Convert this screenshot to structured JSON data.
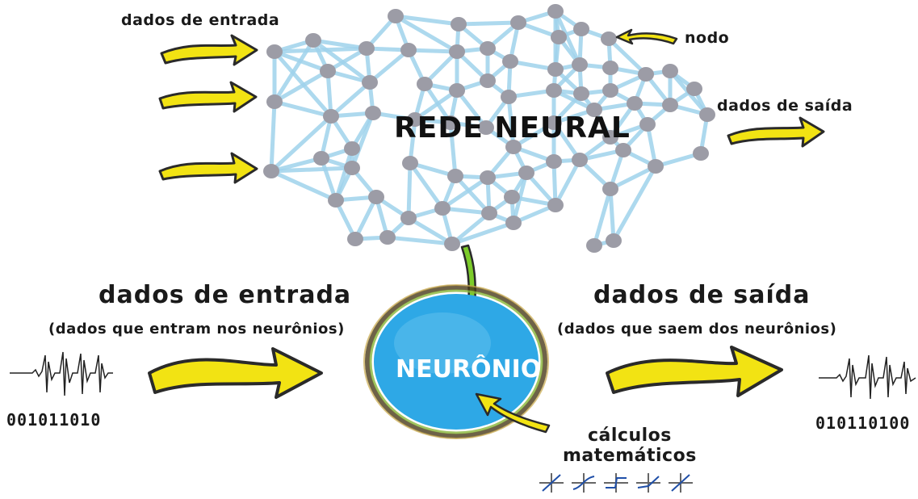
{
  "labels": {
    "input_top": "dados de entrada",
    "node": "nodo",
    "output_top": "dados de saída",
    "network_title": "REDE NEURAL",
    "input_big": "dados de entrada",
    "input_sub": "(dados que entram nos neurônios)",
    "output_big": "dados de saída",
    "output_sub": "(dados que saem dos neurônios)",
    "neuron": "NEURÔNIO",
    "calc_line1": "cálculos",
    "calc_line2": "matemáticos",
    "input_binary": "001011010",
    "output_binary": "010110100"
  },
  "colors": {
    "link": "#9fd3ec",
    "node": "#9c9ca6",
    "arrow_fill": "#f2e313",
    "arrow_stroke": "#2a2a2a",
    "neuron_fill": "#2ea8e6",
    "green_arrow": "#7ccc2a"
  }
}
